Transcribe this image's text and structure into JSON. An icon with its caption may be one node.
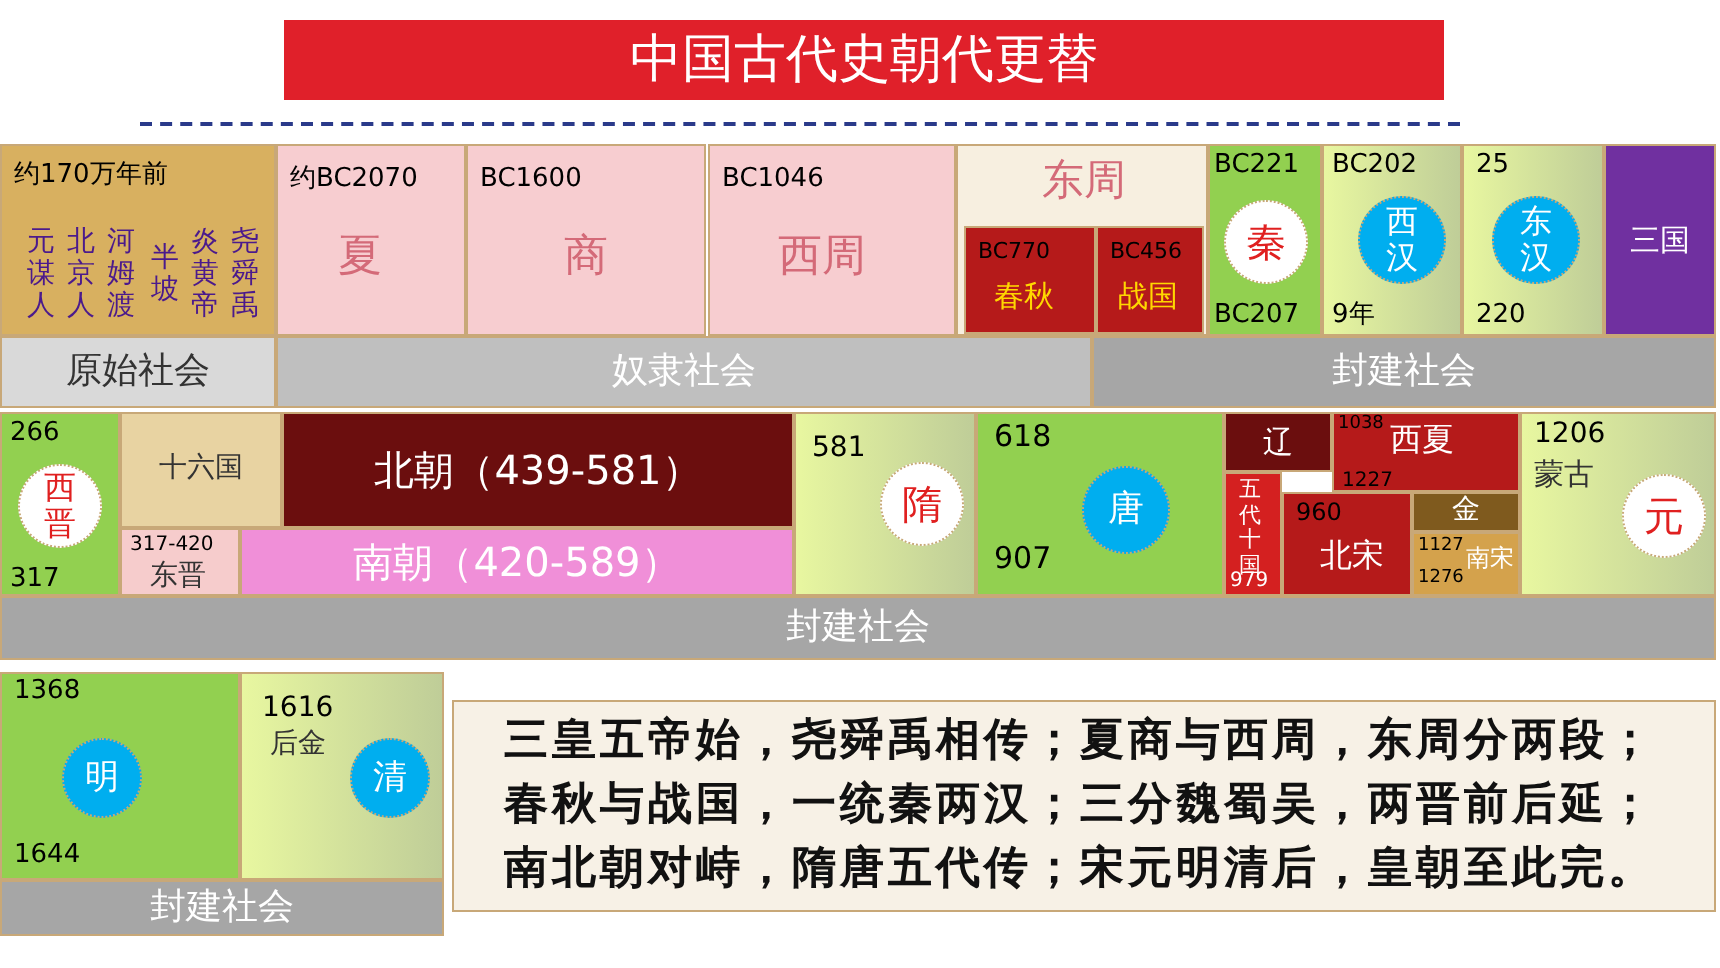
{
  "diagram": {
    "title": "中国古代史朝代更替",
    "nodes": [
      {
        "text": [
          "约170万年前",
          "元谋人",
          "北京人",
          "河姆渡",
          "半坡",
          "炎黄帝",
          "尧舜禹"
        ]
      },
      {
        "text": [
          "约BC2070",
          "夏"
        ]
      },
      {
        "text": [
          "BC1600",
          "商"
        ]
      },
      {
        "text": [
          "BC1046",
          "西周"
        ]
      },
      {
        "text": [
          "东周"
        ]
      },
      {
        "text": [
          "BC770",
          "春秋"
        ],
        "in": 4
      },
      {
        "text": [
          "BC456",
          "战国"
        ],
        "in": 4
      },
      {
        "text": [
          "BC221",
          "BC207"
        ]
      },
      {
        "text": [
          "秦"
        ],
        "in": 7
      },
      {
        "text": [
          "BC202",
          "9年"
        ]
      },
      {
        "text": [
          "西汉"
        ],
        "in": 9
      },
      {
        "text": [
          "25",
          "220"
        ]
      },
      {
        "text": [
          "东汉"
        ],
        "in": 11
      },
      {
        "text": [
          "三国"
        ]
      },
      {
        "text": [
          "原始社会"
        ]
      },
      {
        "text": [
          "奴隶社会"
        ]
      },
      {
        "text": [
          "封建社会"
        ]
      },
      {
        "text": [
          "266",
          "317"
        ]
      },
      {
        "text": [
          "西晋"
        ],
        "in": 17
      },
      {
        "text": [
          "十六国"
        ]
      },
      {
        "text": [
          "北朝（439-581）"
        ]
      },
      {
        "text": [
          "317-420",
          "东晋"
        ]
      },
      {
        "text": [
          "南朝（420-589）"
        ]
      },
      {
        "text": [
          "581"
        ]
      },
      {
        "text": [
          "隋"
        ],
        "in": 23
      },
      {
        "text": [
          "618",
          "907"
        ]
      },
      {
        "text": [
          "唐"
        ],
        "in": 25
      },
      {
        "text": [
          "五代十国",
          "979"
        ]
      },
      {
        "text": [
          "辽"
        ]
      },
      {
        "text": [
          "1038",
          "西夏",
          "1227"
        ]
      },
      {
        "text": [
          "金"
        ]
      },
      {
        "text": [
          "960",
          "北宋"
        ]
      },
      {
        "text": [
          "1127",
          "南宋",
          "1276"
        ]
      },
      {
        "text": [
          "1206",
          "蒙古"
        ]
      },
      {
        "text": [
          "元"
        ],
        "in": 33
      },
      {
        "text": [
          "封建社会"
        ]
      },
      {
        "text": [
          "1368",
          "1644"
        ]
      },
      {
        "text": [
          "明"
        ],
        "in": 36
      },
      {
        "text": [
          "1616",
          "后金"
        ]
      },
      {
        "text": [
          "清"
        ],
        "in": 38
      },
      {
        "text": [
          "封建社会"
        ]
      },
      {
        "text": [
          "三皇五帝始，尧舜禹相传；夏商与西周，东周分两段；春秋与战国，一统秦两汉；三分魏蜀吴，两晋前后延；南北朝对峙，隋唐五代传；宋元明清后，皇朝至此完。"
        ]
      }
    ]
  }
}
